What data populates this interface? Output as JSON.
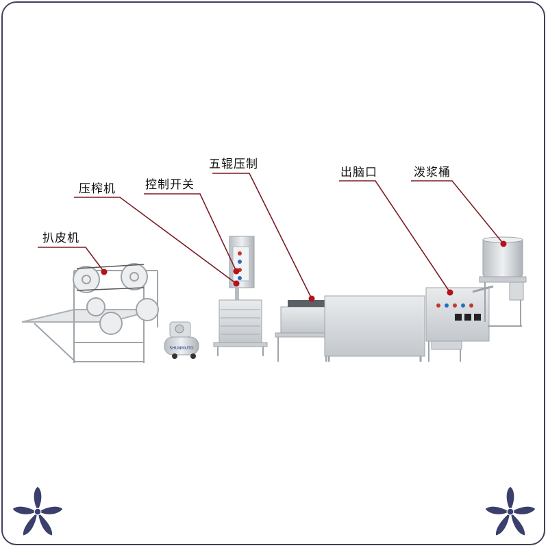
{
  "labels": {
    "peeler": "扒皮机",
    "press": "压榨机",
    "control_switch": "控制开关",
    "five_roller_press": "五辊压制",
    "curd_outlet": "出脑口",
    "pouring_bucket": "泼浆桶"
  },
  "compressor_brand": "SHUNMUTO",
  "colors": {
    "frame": "#3f3f5c",
    "leader_line": "#7a1a22",
    "leader_dot": "#b4121c",
    "steel": "#d6d9dc",
    "steel_dark": "#9ea4aa",
    "ornament": "#3b3f6b"
  },
  "ornament_icon": "lily-flower-icon"
}
